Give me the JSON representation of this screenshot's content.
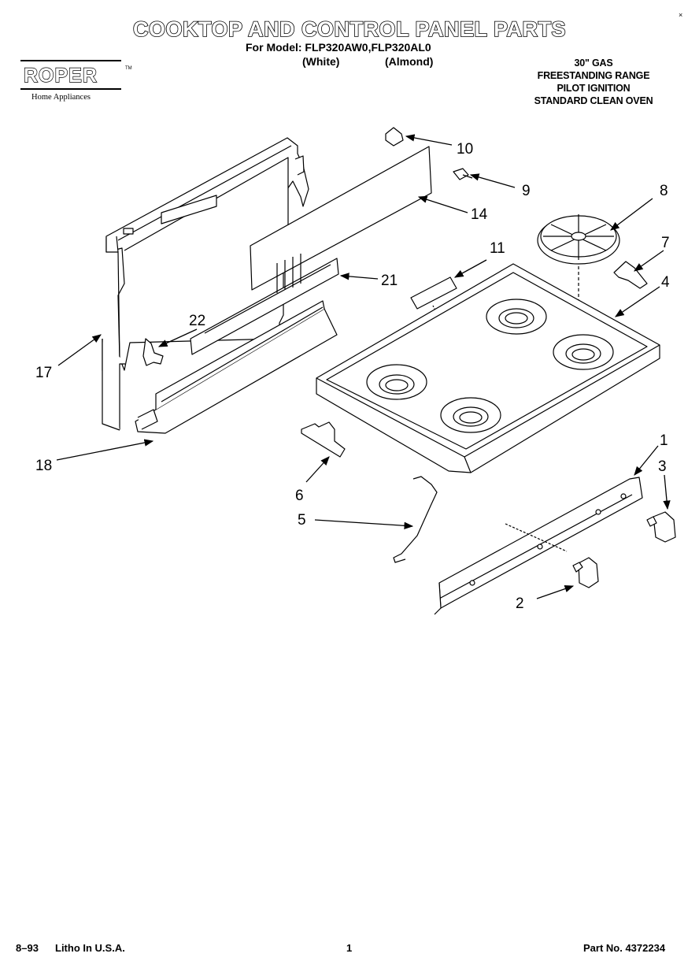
{
  "header": {
    "title": "COOKTOP AND CONTROL PANEL PARTS",
    "model_line": "For Model: FLP320AW0,FLP320AL0",
    "variant_white": "(White)",
    "variant_almond": "(Almond)",
    "corner_mark": "×"
  },
  "brand": {
    "name": "ROPER",
    "tm": "TM",
    "tagline": "Home Appliances"
  },
  "spec": {
    "line1": "30\" GAS",
    "line2": "FREESTANDING RANGE",
    "line3": "PILOT IGNITION",
    "line4": "STANDARD CLEAN OVEN"
  },
  "callouts": {
    "c1": "1",
    "c2": "2",
    "c3": "3",
    "c4": "4",
    "c5": "5",
    "c6": "6",
    "c7": "7",
    "c8": "8",
    "c9": "9",
    "c10": "10",
    "c11": "11",
    "c14": "14",
    "c17": "17",
    "c18": "18",
    "c21": "21",
    "c22": "22"
  },
  "footer": {
    "date": "8–93",
    "litho": "Litho In U.S.A.",
    "page": "1",
    "part_no": "Part No. 4372234"
  }
}
